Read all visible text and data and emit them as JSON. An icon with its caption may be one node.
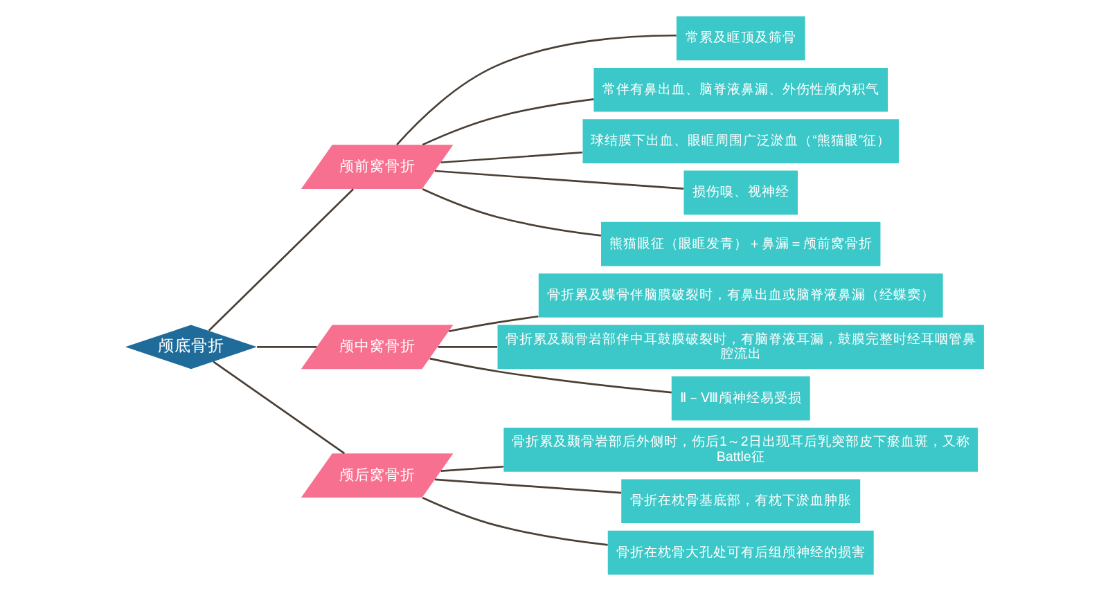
{
  "diagram": {
    "nodes": [
      {
        "text": [
          "颅底骨折"
        ]
      },
      {
        "text": [
          "颅前窝骨折"
        ]
      },
      {
        "text": [
          "常累及眶顶及筛骨"
        ]
      },
      {
        "text": [
          "常伴有鼻出血、脑脊液鼻漏、外伤性颅内积气"
        ]
      },
      {
        "text": [
          "球结膜下出血、眼眶周围广泛淤血（“熊猫眼”征）"
        ]
      },
      {
        "text": [
          "损伤嗅、视神经"
        ]
      },
      {
        "text": [
          "熊猫眼征（眼眶发青）＋鼻漏＝颅前窝骨折"
        ]
      },
      {
        "text": [
          "颅中窝骨折"
        ]
      },
      {
        "text": [
          "骨折累及蝶骨伴脑膜破裂时，有鼻出血或脑脊液鼻漏（经蝶窦）"
        ]
      },
      {
        "text": [
          "骨折累及颞骨岩部伴中耳鼓膜破裂时，有脑脊液耳漏，鼓膜完整时经耳咽管鼻腔流出"
        ]
      },
      {
        "text": [
          "Ⅱ－Ⅷ颅神经易受损"
        ]
      },
      {
        "text": [
          "颅后窝骨折"
        ]
      },
      {
        "text": [
          "骨折累及颞骨岩部后外侧时，伤后1～2日出现耳后乳突部皮下瘀血斑，又称Battle征"
        ]
      },
      {
        "text": [
          "骨折在枕骨基底部，有枕下淤血肿胀"
        ]
      },
      {
        "text": [
          "骨折在枕骨大孔处可有后组颅神经的损害"
        ]
      }
    ],
    "edges": [
      {
        "from": 0,
        "to": 1,
        "arrow": "none"
      },
      {
        "from": 0,
        "to": 7,
        "arrow": "none"
      },
      {
        "from": 0,
        "to": 11,
        "arrow": "none"
      },
      {
        "from": 1,
        "to": 2,
        "arrow": "none"
      },
      {
        "from": 1,
        "to": 3,
        "arrow": "none"
      },
      {
        "from": 1,
        "to": 4,
        "arrow": "none"
      },
      {
        "from": 1,
        "to": 5,
        "arrow": "none"
      },
      {
        "from": 1,
        "to": 6,
        "arrow": "none"
      },
      {
        "from": 7,
        "to": 8,
        "arrow": "none"
      },
      {
        "from": 7,
        "to": 9,
        "arrow": "none"
      },
      {
        "from": 7,
        "to": 10,
        "arrow": "none"
      },
      {
        "from": 11,
        "to": 12,
        "arrow": "none"
      },
      {
        "from": 11,
        "to": 13,
        "arrow": "none"
      },
      {
        "from": 11,
        "to": 14,
        "arrow": "none"
      }
    ]
  }
}
